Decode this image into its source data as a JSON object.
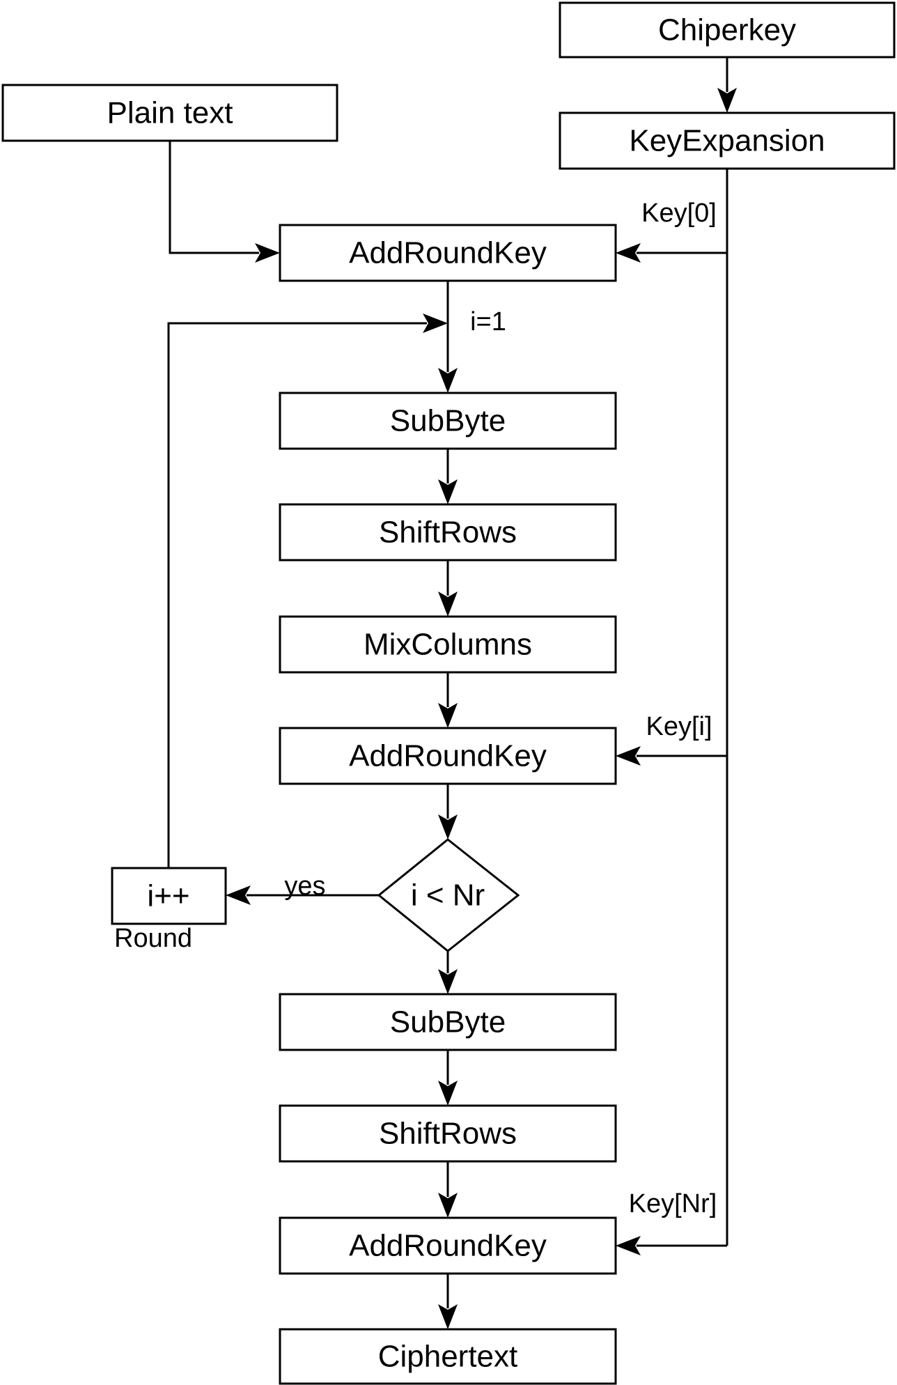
{
  "nodes": {
    "chiperkey": "Chiperkey",
    "plain_text": "Plain text",
    "key_expansion": "KeyExpansion",
    "add_round_key_initial": "AddRoundKey",
    "sub_byte_round": "SubByte",
    "shift_rows_round": "ShiftRows",
    "mix_columns": "MixColumns",
    "add_round_key_round": "AddRoundKey",
    "condition": "i < Nr",
    "increment": "i++",
    "sub_byte_final": "SubByte",
    "shift_rows_final": "ShiftRows",
    "add_round_key_final": "AddRoundKey",
    "ciphertext": "Ciphertext"
  },
  "labels": {
    "key_0": "Key[0]",
    "init_i": "i=1",
    "key_i": "Key[i]",
    "yes": "yes",
    "round": "Round",
    "key_nr": "Key[Nr]"
  }
}
